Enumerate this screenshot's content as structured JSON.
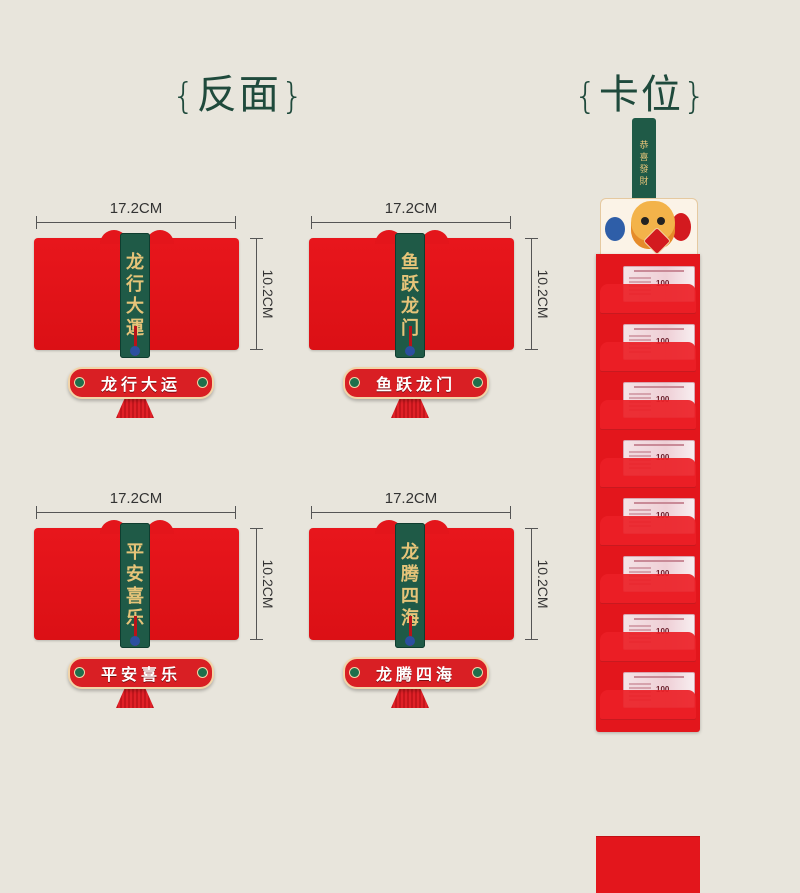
{
  "headings": {
    "left": "反面",
    "right": "卡位",
    "left_brace_open": "{",
    "left_brace_close": "}",
    "right_brace_open": "{",
    "right_brace_close": "}"
  },
  "envelopes": [
    {
      "width_label": "17.2CM",
      "height_label": "10.2CM",
      "band_chars": [
        "龙",
        "行",
        "大",
        "運"
      ],
      "plaque_text": "龙行大运"
    },
    {
      "width_label": "17.2CM",
      "height_label": "10.2CM",
      "band_chars": [
        "鱼",
        "跃",
        "龙",
        "门"
      ],
      "plaque_text": "鱼跃龙门"
    },
    {
      "width_label": "17.2CM",
      "height_label": "10.2CM",
      "band_chars": [
        "平",
        "安",
        "喜",
        "乐"
      ],
      "plaque_text": "平安喜乐"
    },
    {
      "width_label": "17.2CM",
      "height_label": "10.2CM",
      "band_chars": [
        "龙",
        "腾",
        "四",
        "海"
      ],
      "plaque_text": "龙腾四海"
    }
  ],
  "strip": {
    "pocket_count": 8,
    "note_value": "100"
  },
  "colors": {
    "background": "#e8e5dc",
    "envelope_red": "#e3161c",
    "band_green": "#1f5a47",
    "gold_text": "#e6c479",
    "heading_green": "#1f4a3c"
  }
}
